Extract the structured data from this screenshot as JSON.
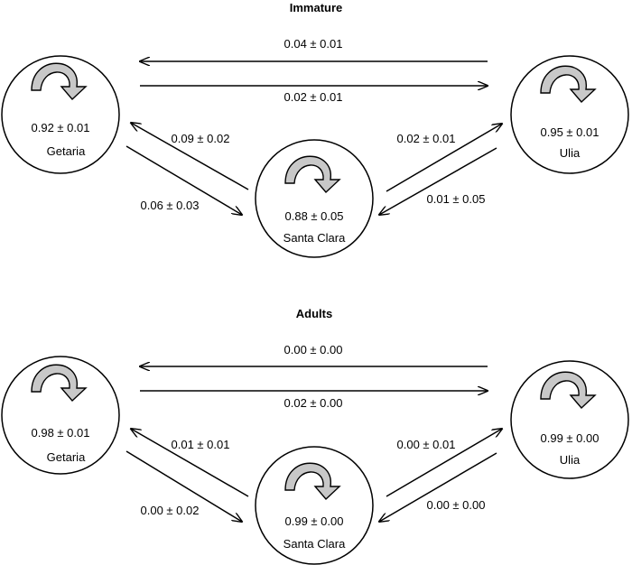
{
  "panels": [
    {
      "title": "Immature",
      "sites": [
        {
          "name": "Getaria",
          "persistence": "0.92 ± 0.01"
        },
        {
          "name": "Santa Clara",
          "persistence": "0.88 ± 0.05"
        },
        {
          "name": "Ulia",
          "persistence": "0.95 ± 0.01"
        }
      ],
      "transitions": {
        "ulia_to_getaria": "0.04 ± 0.01",
        "getaria_to_ulia": "0.02 ± 0.01",
        "santaclara_to_getaria": "0.09 ± 0.02",
        "getaria_to_santaclara": "0.06 ± 0.03",
        "santaclara_to_ulia": "0.02 ± 0.01",
        "ulia_to_santaclara": "0.01 ± 0.05"
      }
    },
    {
      "title": "Adults",
      "sites": [
        {
          "name": "Getaria",
          "persistence": "0.98 ± 0.01"
        },
        {
          "name": "Santa Clara",
          "persistence": "0.99 ± 0.00"
        },
        {
          "name": "Ulia",
          "persistence": "0.99 ± 0.00"
        }
      ],
      "transitions": {
        "ulia_to_getaria": "0.00 ± 0.00",
        "getaria_to_ulia": "0.02 ± 0.00",
        "santaclara_to_getaria": "0.01 ± 0.01",
        "getaria_to_santaclara": "0.00 ± 0.02",
        "santaclara_to_ulia": "0.00 ± 0.01",
        "ulia_to_santaclara": "0.00 ± 0.00"
      }
    }
  ],
  "colors": {
    "self_arrow_fill": "#c8c8c8",
    "stroke": "#000000"
  }
}
